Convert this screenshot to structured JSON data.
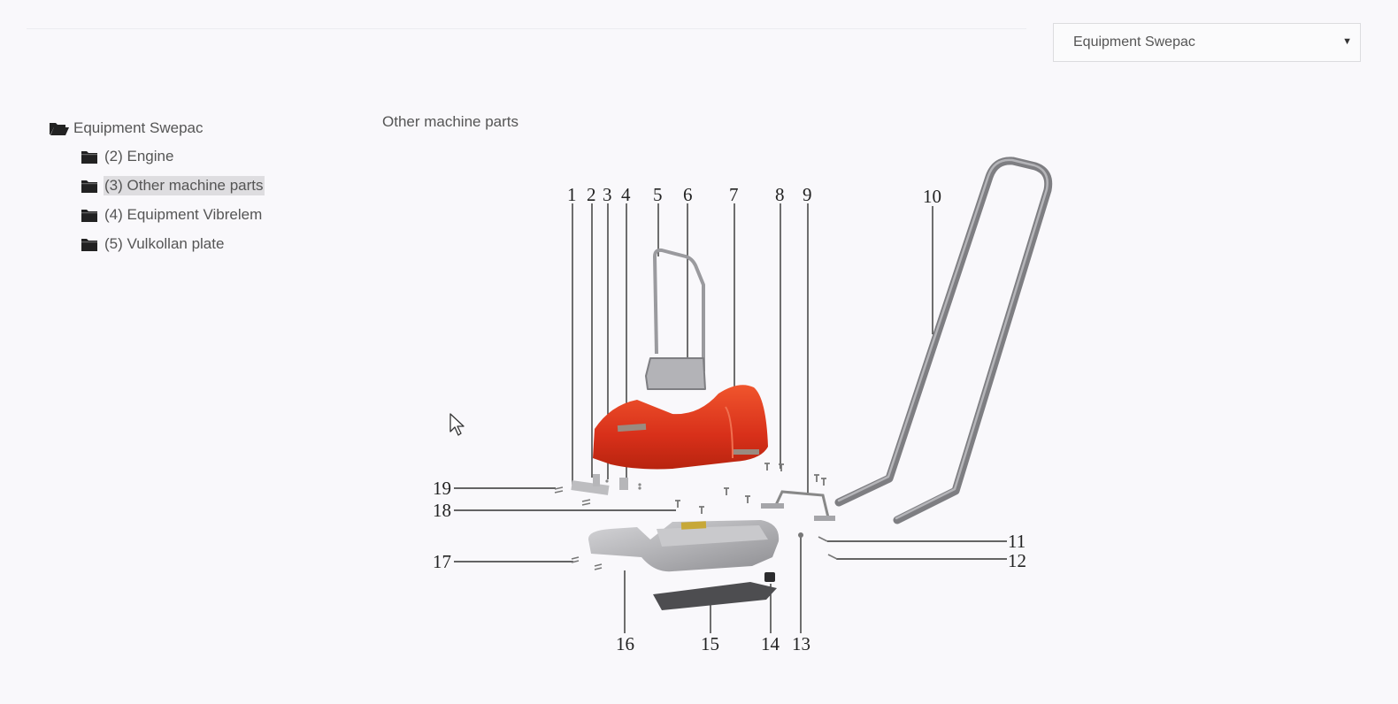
{
  "header": {
    "category_select": {
      "selected": "Equipment Swepac",
      "caret_icon": "triangle-down-icon"
    }
  },
  "sidebar": {
    "tree": {
      "root": {
        "label": "Equipment Swepac",
        "icon": "folder-open-icon",
        "expanded": true
      },
      "items": [
        {
          "label": "(2) Engine",
          "icon": "folder-icon",
          "selected": false
        },
        {
          "label": "(3) Other machine parts",
          "icon": "folder-icon",
          "selected": true
        },
        {
          "label": "(4) Equipment Vibrelem",
          "icon": "folder-icon",
          "selected": false
        },
        {
          "label": "(5) Vulkollan plate",
          "icon": "folder-icon",
          "selected": false
        }
      ]
    }
  },
  "main": {
    "title": "Other machine parts",
    "diagram": {
      "description": "Exploded parts diagram of plate compactor frame, red hood and handle",
      "colors": {
        "hood": "#e03a1c",
        "frame": "#a9a9ad",
        "plate": "#4d4d50",
        "handle": "#8a8a8e",
        "label_plate": "#c7a838"
      },
      "callouts": [
        "1",
        "2",
        "3",
        "4",
        "5",
        "6",
        "7",
        "8",
        "9",
        "10",
        "11",
        "12",
        "13",
        "14",
        "15",
        "16",
        "17",
        "18",
        "19"
      ]
    }
  }
}
